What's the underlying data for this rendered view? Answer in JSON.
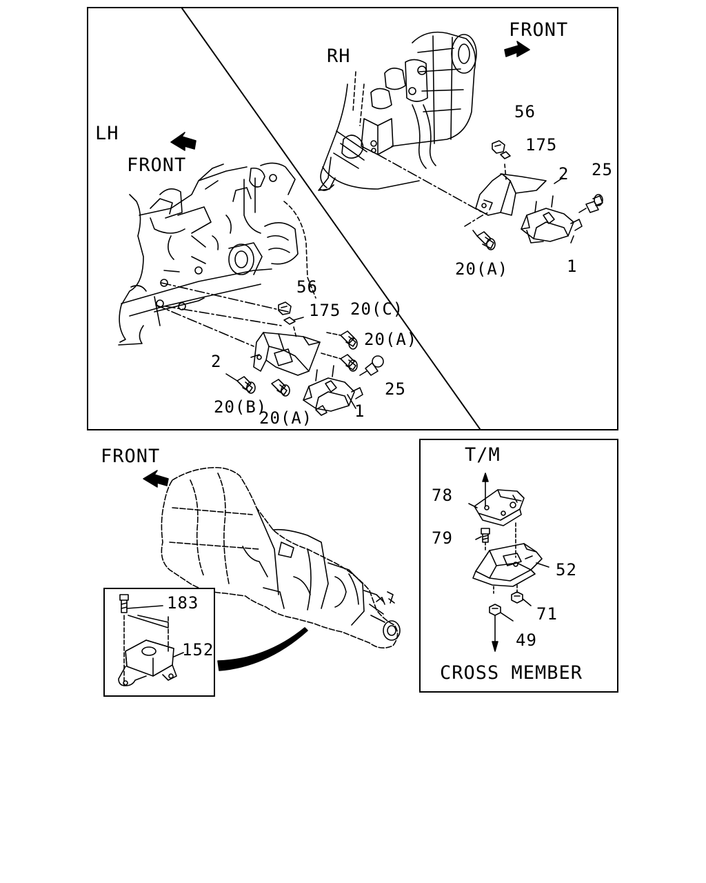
{
  "top_panel": {
    "rh_label": "RH",
    "lh_label": "LH",
    "front_rh": "FRONT",
    "front_lh": "FRONT",
    "rh_parts": {
      "p56": "56",
      "p175": "175",
      "p2": "2",
      "p25": "25",
      "p20a": "20(A)",
      "p1": "1"
    },
    "lh_parts": {
      "p56": "56",
      "p175": "175",
      "p20c": "20(C)",
      "p20a_right": "20(A)",
      "p2": "2",
      "p25": "25",
      "p20b": "20(B)",
      "p20a_bottom": "20(A)",
      "p1": "1"
    }
  },
  "bottom_left": {
    "front_label": "FRONT",
    "inset_parts": {
      "p183": "183",
      "p152": "152"
    }
  },
  "tm_panel": {
    "title": "T/M",
    "footer": "CROSS MEMBER",
    "parts": {
      "p78": "78",
      "p79": "79",
      "p52": "52",
      "p71": "71",
      "p49": "49"
    }
  }
}
